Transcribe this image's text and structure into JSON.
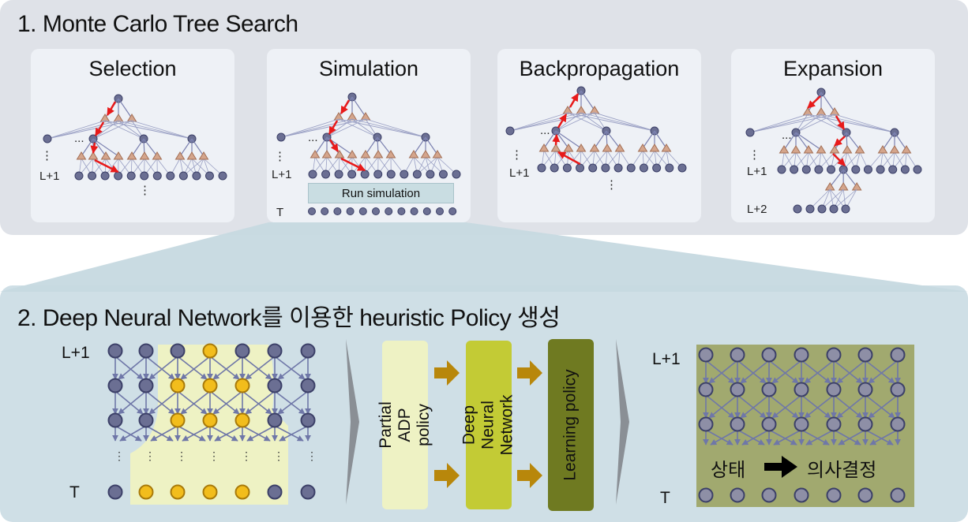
{
  "section1": {
    "title": "1. Monte Carlo Tree Search",
    "cards": [
      {
        "title": "Selection"
      },
      {
        "title": "Simulation",
        "box_label": "Run simulation"
      },
      {
        "title": "Backpropagation"
      },
      {
        "title": "Expansion"
      }
    ],
    "ellipsis_h": "...",
    "ellipsis_v": "⋮",
    "label_l1": "L+1",
    "label_l2": "L+2",
    "label_t": "T"
  },
  "section2": {
    "title": "2. Deep Neural Network를 이용한 heuristic Policy 생성",
    "label_l1": "L+1",
    "label_t": "T",
    "box_policy": "Partial ADP policy",
    "box_dnn": "Deep Neural Network",
    "box_learning": "Learning policy",
    "state_label": "상태",
    "decision_label": "의사결정"
  },
  "colors": {
    "node": "#6b6f93",
    "node_edge": "#3c4068",
    "tri": "#d4a58c",
    "red_arrow": "#e81a1a",
    "yellow_node": "#f2bd1c",
    "partial_box": "#eef2c4",
    "dnn_box": "#c3cb35",
    "learning_box": "#6f7a21",
    "grid_bg": "#a1a96f",
    "orange_arrow": "#b8870b"
  }
}
